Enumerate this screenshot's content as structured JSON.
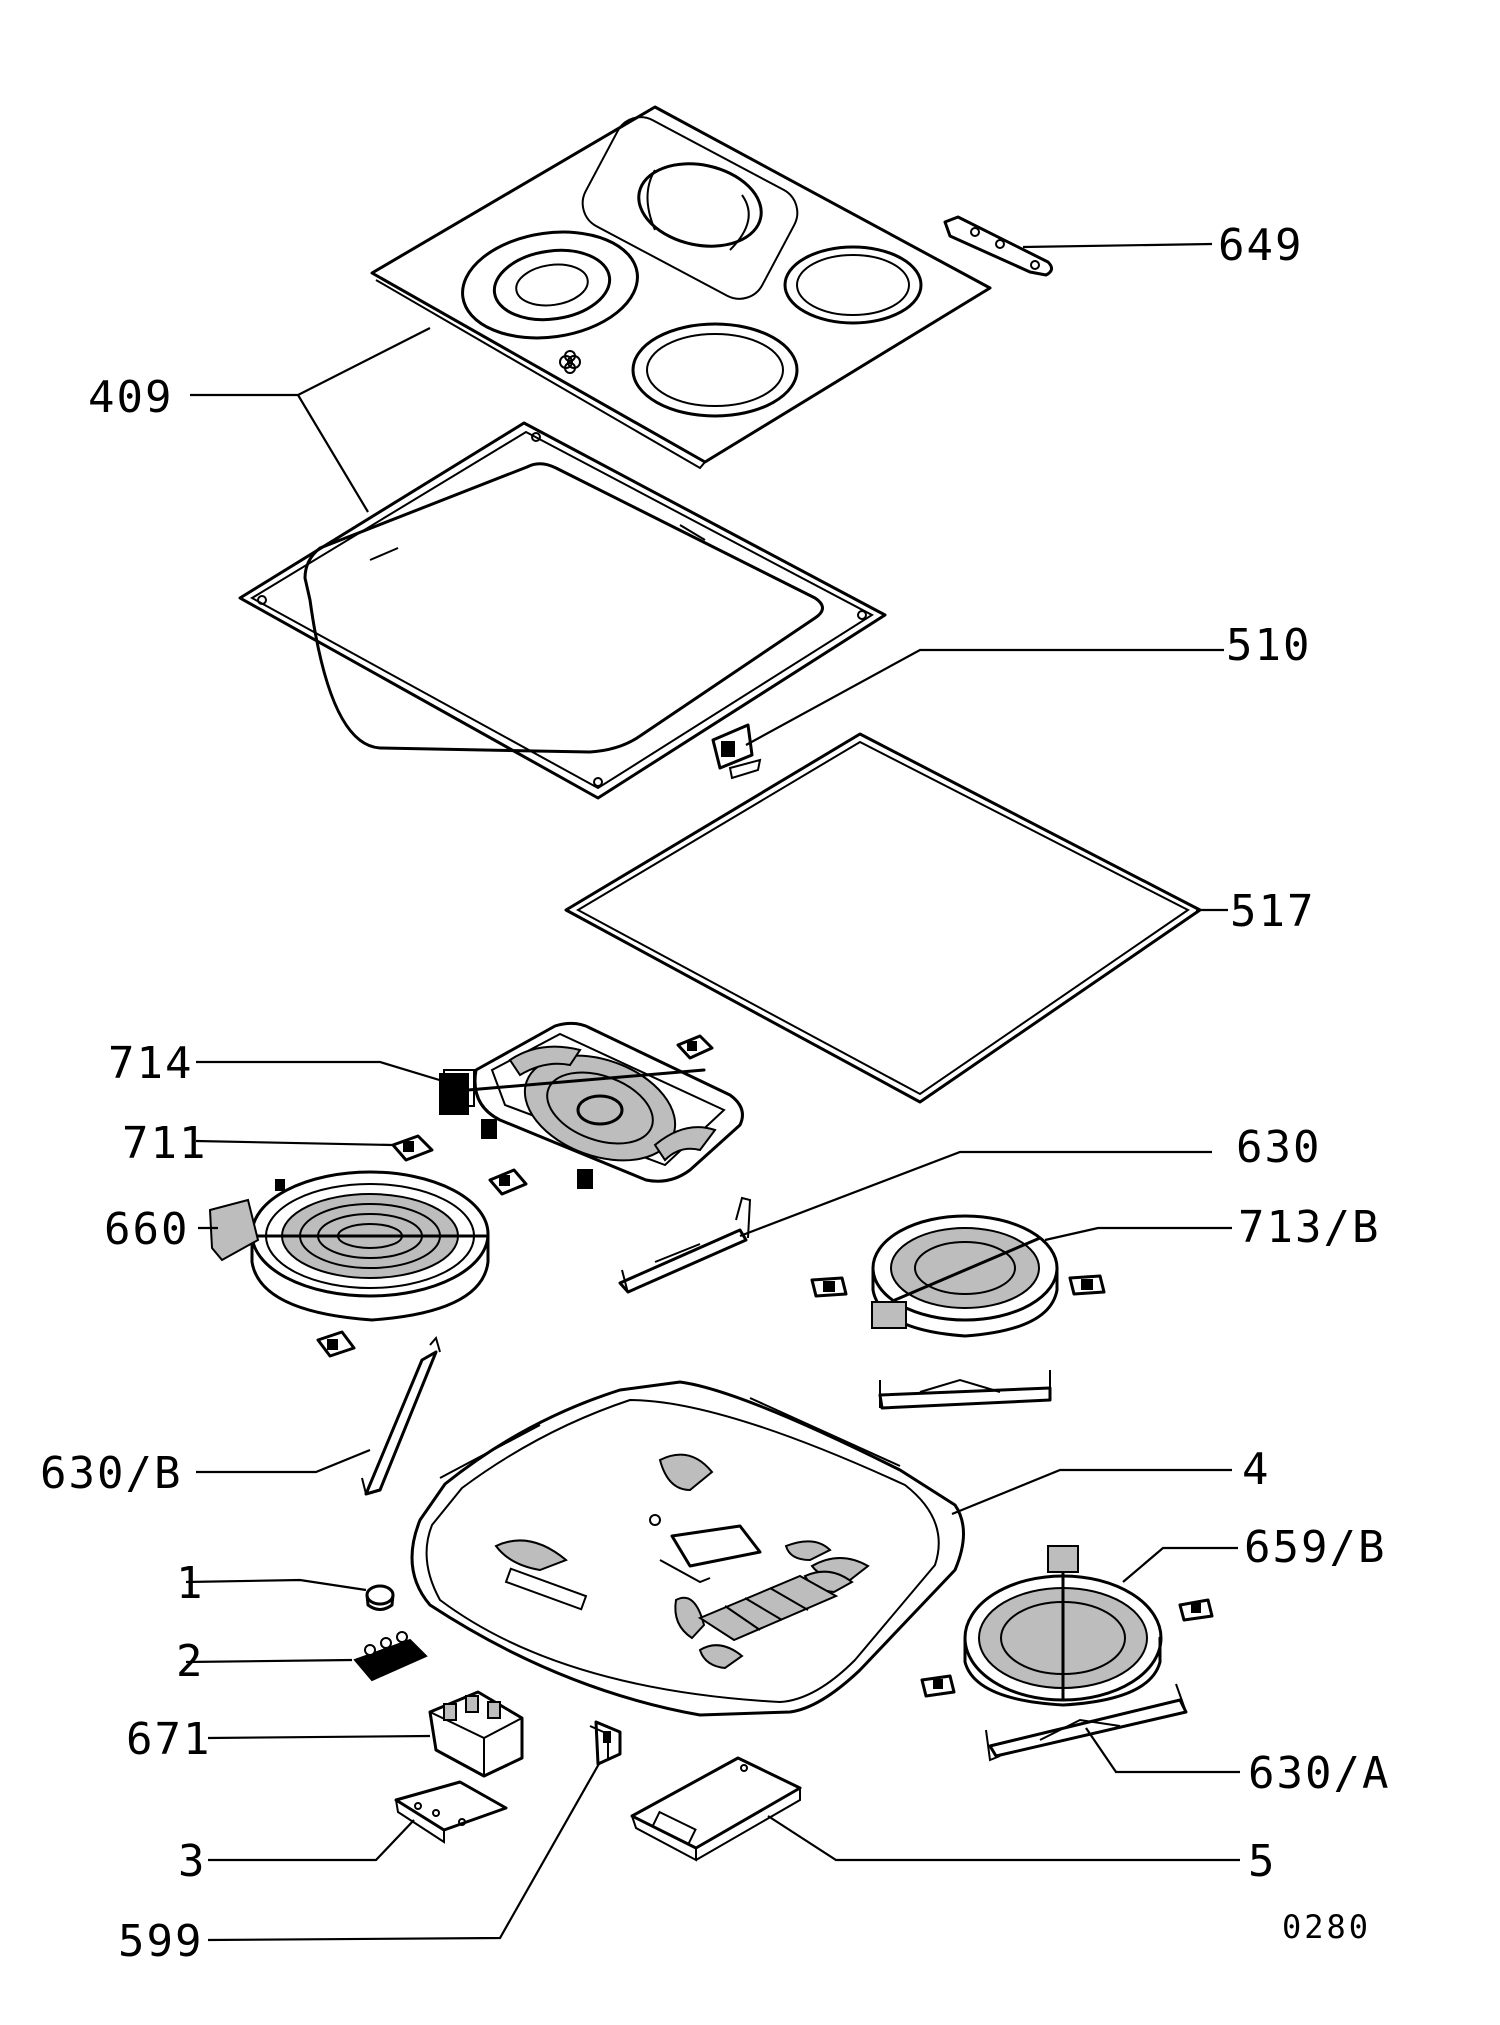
{
  "diagram": {
    "drawing_code": "0280",
    "labels": {
      "p649": "649",
      "p409": "409",
      "p510": "510",
      "p517": "517",
      "p714": "714",
      "p711": "711",
      "p630": "630",
      "p660": "660",
      "p713b": "713/B",
      "p630b": "630/B",
      "p4": "4",
      "p659b": "659/B",
      "p1": "1",
      "p2": "2",
      "p671": "671",
      "p630a": "630/A",
      "p3": "3",
      "p5": "5",
      "p599": "599"
    }
  }
}
